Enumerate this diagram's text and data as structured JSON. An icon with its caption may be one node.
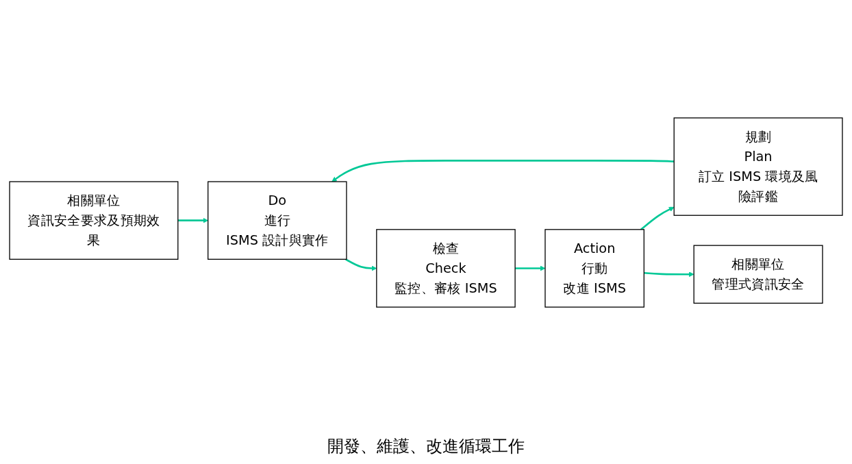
{
  "diagram": {
    "nodes": [
      {
        "text": [
          "相關單位",
          "資訊安全要求及預期效果"
        ]
      },
      {
        "text": [
          "規劃",
          "Plan",
          "訂立 ISMS 環境及風險評鑑"
        ]
      },
      {
        "text": [
          "Do",
          "進行",
          "ISMS 設計與實作"
        ]
      },
      {
        "text": [
          "檢查",
          "Check",
          "監控、審核 ISMS"
        ]
      },
      {
        "text": [
          "Action",
          "行動",
          "改進 ISMS"
        ]
      },
      {
        "text": [
          "相關單位",
          "管理式資訊安全"
        ]
      }
    ],
    "edges": [
      {
        "from": 1,
        "to": 2,
        "arrow": "to"
      },
      {
        "from": 2,
        "to": 3,
        "arrow": "to"
      },
      {
        "from": 3,
        "to": 4,
        "arrow": "to"
      },
      {
        "from": 4,
        "to": 1,
        "arrow": "to"
      },
      {
        "from": 0,
        "to": 2,
        "arrow": "to"
      },
      {
        "from": 4,
        "to": 5,
        "arrow": "to"
      }
    ],
    "labels": [
      "開發、維護、改進循環工作"
    ]
  }
}
